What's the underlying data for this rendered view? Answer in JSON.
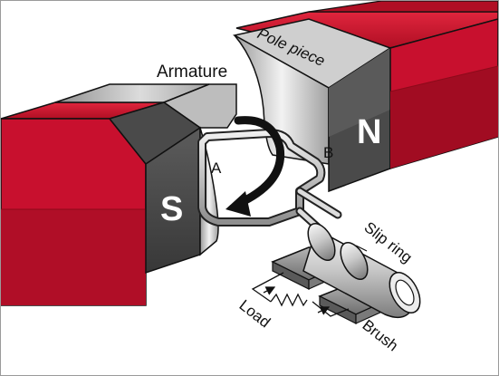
{
  "diagram": {
    "labels": {
      "armature": "Armature",
      "pole_piece": "Pole piece",
      "north": "N",
      "south": "S",
      "point_a": "A",
      "point_b": "B",
      "slip_ring": "Slip ring",
      "load": "Load",
      "brush": "Brush"
    },
    "colors": {
      "magnet_red": "#c8102e",
      "magnet_dark_red": "#8c0a1a",
      "pole_gray": "#4a4a4a",
      "light_gray": "#d9d9d9",
      "outline": "#111111"
    }
  }
}
